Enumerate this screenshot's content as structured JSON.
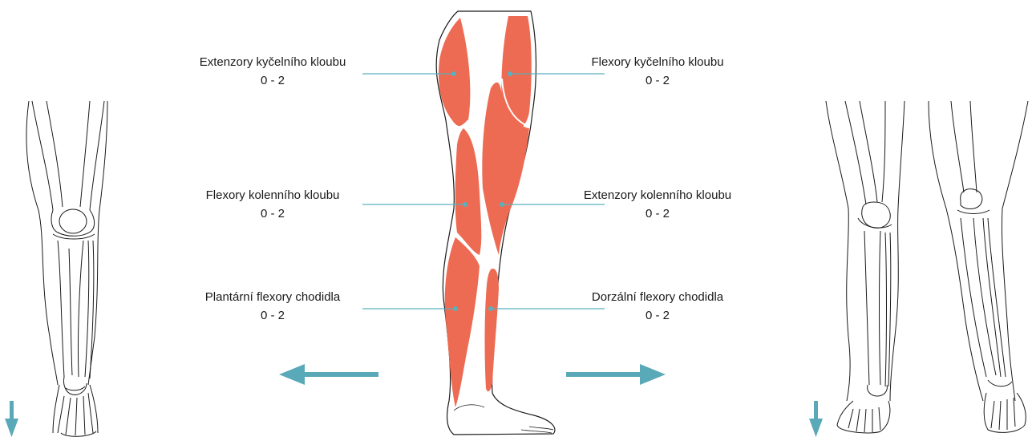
{
  "colors": {
    "muscle": "#ee6b53",
    "leader": "#5ab0bd",
    "arrow": "#5aa9b8",
    "outline": "#1a1a1a"
  },
  "muscle_groups": {
    "hip_extensors": {
      "name": "Extenzory kyčelního kloubu",
      "range": "0 - 2"
    },
    "hip_flexors": {
      "name": "Flexory kyčelního kloubu",
      "range": "0 - 2"
    },
    "knee_flexors": {
      "name": "Flexory kolenního kloubu",
      "range": "0 - 2"
    },
    "knee_extensors": {
      "name": "Extenzory kolenního kloubu",
      "range": "0 - 2"
    },
    "plantar_flexors": {
      "name": "Plantární flexory chodidla",
      "range": "0 - 2"
    },
    "dorsal_flexors": {
      "name": "Dorzální flexory chodidla",
      "range": "0 - 2"
    }
  },
  "icons": {
    "left_arrow": "arrow-left-icon",
    "right_arrow": "arrow-right-icon",
    "down_arrow_left": "arrow-down-icon",
    "down_arrow_right": "arrow-down-icon"
  }
}
